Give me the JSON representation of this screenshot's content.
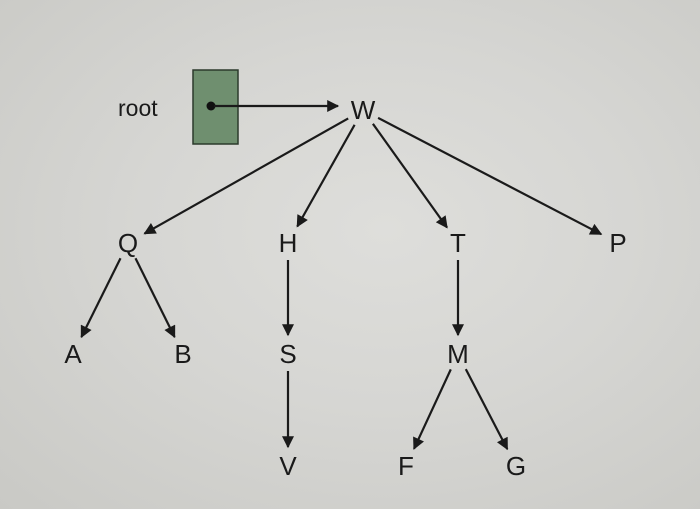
{
  "root_pointer": {
    "label": "root",
    "box_color": "#6f8f6f",
    "target": "W"
  },
  "nodes": [
    {
      "id": "W",
      "label": "W"
    },
    {
      "id": "Q",
      "label": "Q"
    },
    {
      "id": "H",
      "label": "H"
    },
    {
      "id": "T",
      "label": "T"
    },
    {
      "id": "P",
      "label": "P"
    },
    {
      "id": "A",
      "label": "A"
    },
    {
      "id": "B",
      "label": "B"
    },
    {
      "id": "S",
      "label": "S"
    },
    {
      "id": "M",
      "label": "M"
    },
    {
      "id": "V",
      "label": "V"
    },
    {
      "id": "F",
      "label": "F"
    },
    {
      "id": "G",
      "label": "G"
    }
  ],
  "edges": [
    {
      "from": "W",
      "to": "Q"
    },
    {
      "from": "W",
      "to": "H"
    },
    {
      "from": "W",
      "to": "T"
    },
    {
      "from": "W",
      "to": "P"
    },
    {
      "from": "Q",
      "to": "A"
    },
    {
      "from": "Q",
      "to": "B"
    },
    {
      "from": "H",
      "to": "S"
    },
    {
      "from": "S",
      "to": "V"
    },
    {
      "from": "T",
      "to": "M"
    },
    {
      "from": "M",
      "to": "F"
    },
    {
      "from": "M",
      "to": "G"
    }
  ]
}
